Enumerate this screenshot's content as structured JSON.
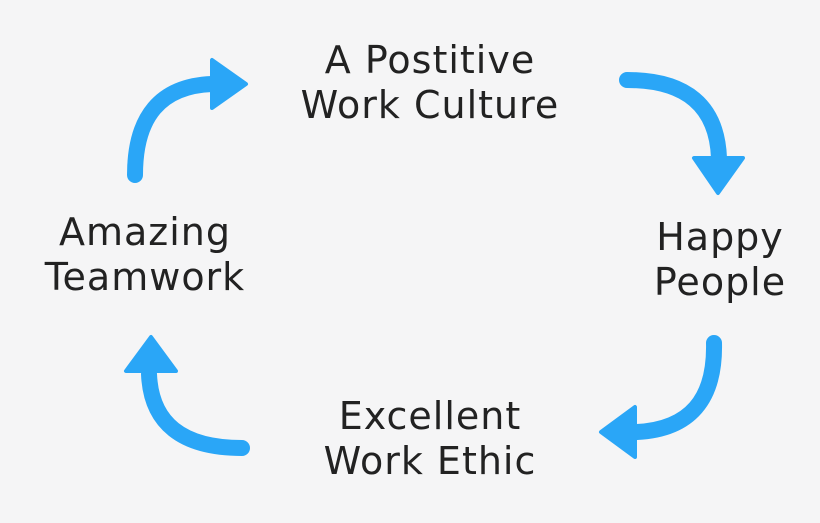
{
  "diagram": {
    "type": "cycle",
    "arrow_color": "#2aa6f7",
    "background_color": "#f5f5f6",
    "text_color": "#222222",
    "nodes": [
      {
        "id": "top",
        "line1": "A Postitive",
        "line2": "Work Culture"
      },
      {
        "id": "right",
        "line1": "Happy",
        "line2": "People"
      },
      {
        "id": "bottom",
        "line1": "Excellent",
        "line2": "Work Ethic"
      },
      {
        "id": "left",
        "line1": "Amazing",
        "line2": "Teamwork"
      }
    ],
    "edges": [
      {
        "from": "top",
        "to": "right",
        "direction": "clockwise"
      },
      {
        "from": "right",
        "to": "bottom",
        "direction": "clockwise"
      },
      {
        "from": "bottom",
        "to": "left",
        "direction": "clockwise"
      },
      {
        "from": "left",
        "to": "top",
        "direction": "clockwise"
      }
    ]
  }
}
